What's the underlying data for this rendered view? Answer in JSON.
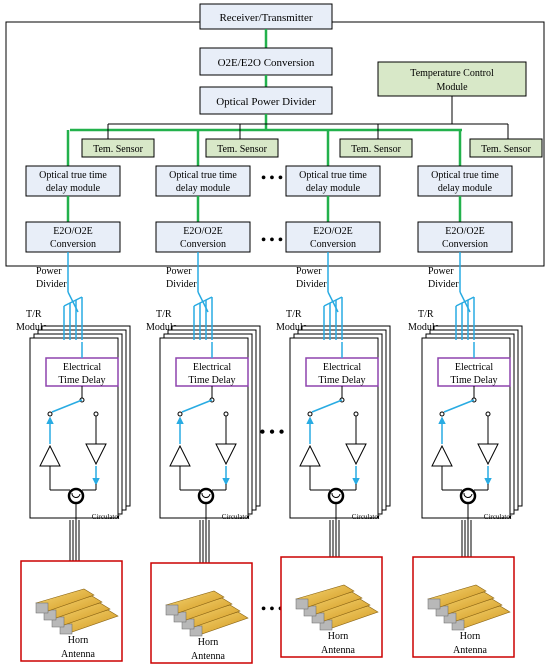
{
  "top_blocks": {
    "receiver": "Receiver/Transmitter",
    "conversion": "O2E/E2O Conversion",
    "divider": "Optical Power Divider",
    "temp_control": [
      "Temperature Control",
      "Module"
    ]
  },
  "channel": {
    "sensor": "Tem. Sensor",
    "otd": [
      "Optical true time",
      "delay module"
    ],
    "e2o": [
      "E2O/O2E",
      "Conversion"
    ],
    "power_divider": [
      "Power",
      "Divider"
    ],
    "tr_module": [
      "T/R",
      "Module"
    ],
    "etd": [
      "Electrical",
      "Time Delay"
    ],
    "circulator": "Circulator",
    "horn": [
      "Horn",
      "Antenna"
    ]
  },
  "ellipsis": "• • •",
  "colors": {
    "optical_link": "#22b14c",
    "rf_link": "#29abe2",
    "block_fill": "#e8eef8",
    "green_fill": "#d8e8c8",
    "etd_border": "#8e44ad",
    "antenna_frame": "#cc0000",
    "horn_gold": "#e0b040"
  }
}
